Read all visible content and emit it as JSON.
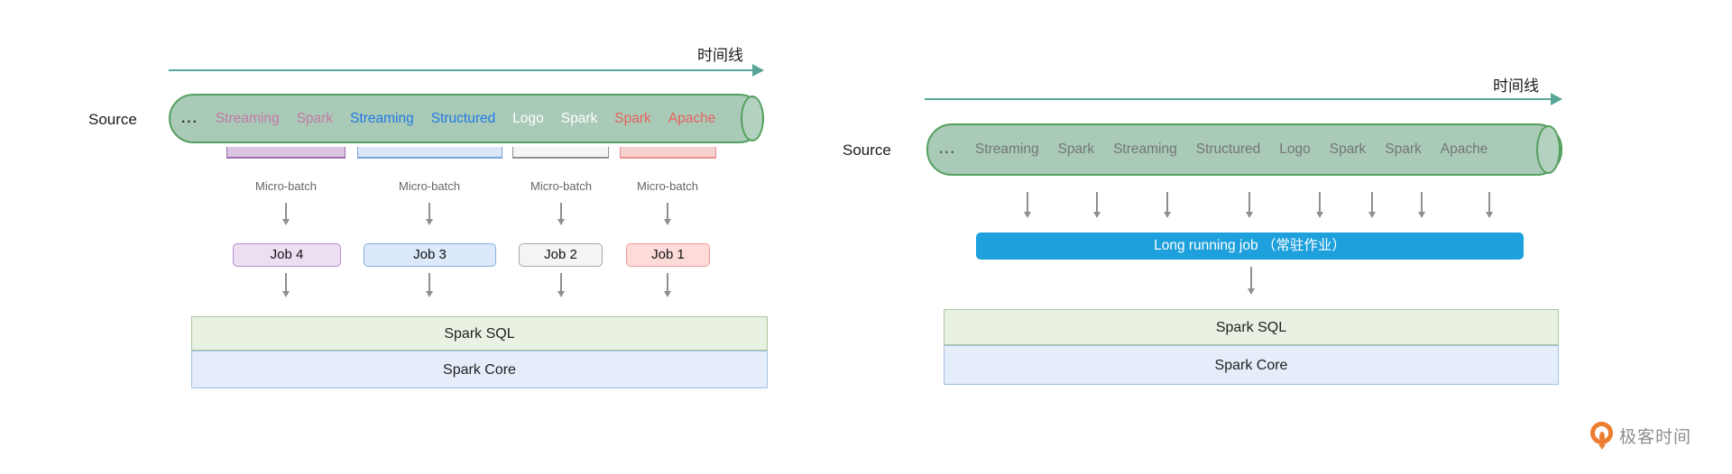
{
  "colors": {
    "timeline": "#57a698",
    "cylinder_fill": "#a8cab7",
    "cylinder_cap_fill": "#b2d1bf",
    "cylinder_border": "#55a05e",
    "arrow_gray": "#8f8f8f"
  },
  "left": {
    "timeline_label": "时间线",
    "source_label": "Source",
    "words": [
      {
        "text": "...",
        "color": "#333333"
      },
      {
        "text": "Streaming",
        "color": "#c478a4"
      },
      {
        "text": "Spark",
        "color": "#c478a4"
      },
      {
        "text": "Streaming",
        "color": "#2278e4"
      },
      {
        "text": "Structured",
        "color": "#2278e4"
      },
      {
        "text": "Logo",
        "color": "#ffffff"
      },
      {
        "text": "Spark",
        "color": "#ffffff"
      },
      {
        "text": "Spark",
        "color": "#e8625d"
      },
      {
        "text": "Apache",
        "color": "#e8625d"
      }
    ],
    "columns": [
      {
        "micro_label": "Micro-batch",
        "strip_fill": "#dbc5e0",
        "strip_edge": "#9d6bb0",
        "job_label": "Job 4",
        "job_fill": "#ecdff2",
        "job_border": "#b58fc9"
      },
      {
        "micro_label": "Micro-batch",
        "strip_fill": "#dbe7f8",
        "strip_edge": "#7ba6d9",
        "job_label": "Job 3",
        "job_fill": "#dce9fa",
        "job_border": "#84aede"
      },
      {
        "micro_label": "Micro-batch",
        "strip_fill": "#f5f5f5",
        "strip_edge": "#909090",
        "job_label": "Job 2",
        "job_fill": "#f4f4f4",
        "job_border": "#a8a8a8"
      },
      {
        "micro_label": "Micro-batch",
        "strip_fill": "#f7d1d0",
        "strip_edge": "#e8908b",
        "job_label": "Job 1",
        "job_fill": "#fcdbd9",
        "job_border": "#e99b95"
      }
    ],
    "layers": [
      {
        "label": "Spark SQL",
        "fill": "#e8f1e2",
        "border": "#abc79b"
      },
      {
        "label": "Spark Core",
        "fill": "#e4edf9",
        "border": "#a3c0e2"
      }
    ]
  },
  "right": {
    "timeline_label": "时间线",
    "source_label": "Source",
    "words": [
      {
        "text": "...",
        "color": "#555555"
      },
      {
        "text": "Streaming",
        "color": "#757575"
      },
      {
        "text": "Spark",
        "color": "#757575"
      },
      {
        "text": "Streaming",
        "color": "#757575"
      },
      {
        "text": "Structured",
        "color": "#757575"
      },
      {
        "text": "Logo",
        "color": "#757575"
      },
      {
        "text": "Spark",
        "color": "#757575"
      },
      {
        "text": "Spark",
        "color": "#757575"
      },
      {
        "text": "Apache",
        "color": "#757575"
      }
    ],
    "long_job": {
      "label": "Long running job （常驻作业）",
      "fill": "#1da0dc",
      "text_color": "#ffffff"
    },
    "layers": [
      {
        "label": "Spark SQL",
        "fill": "#e8f1e2",
        "border": "#abc79b"
      },
      {
        "label": "Spark Core",
        "fill": "#e4edf9",
        "border": "#a3c0e2"
      }
    ]
  },
  "footer": {
    "brand": "极客时间",
    "brand_color": "#ed7d31"
  }
}
